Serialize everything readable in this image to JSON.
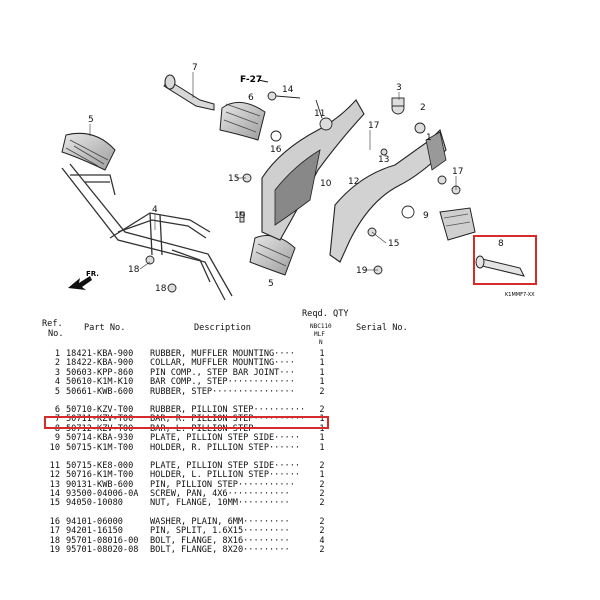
{
  "diagram": {
    "code": "F-27",
    "frame_code": "K1MMF7-XX",
    "fr_label": "FR.",
    "callouts": [
      "1",
      "2",
      "3",
      "4",
      "5",
      "6",
      "7",
      "8",
      "9",
      "10",
      "11",
      "12",
      "13",
      "14",
      "15",
      "16",
      "17",
      "18",
      "19"
    ]
  },
  "table": {
    "hdr_ref": "Ref.",
    "hdr_no": "No.",
    "hdr_part": "Part No.",
    "hdr_desc": "Description",
    "hdr_reqd": "Reqd. QTY",
    "hdr_model": "NBC110",
    "hdr_model2": "MLF",
    "hdr_model3": "N",
    "hdr_serial": "Serial No.",
    "groups": [
      [
        {
          "ref": "1",
          "part": "18421-KBA-900",
          "desc": "RUBBER, MUFFLER MOUNTING····",
          "qty": "1"
        },
        {
          "ref": "2",
          "part": "18422-KBA-900",
          "desc": "COLLAR, MUFFLER MOUNTING····",
          "qty": "1"
        },
        {
          "ref": "3",
          "part": "50603-KPP-860",
          "desc": "PIN COMP., STEP BAR JOINT···",
          "qty": "1"
        },
        {
          "ref": "4",
          "part": "50610-K1M-K10",
          "desc": "BAR COMP., STEP·············",
          "qty": "1"
        },
        {
          "ref": "5",
          "part": "50661-KWB-600",
          "desc": "RUBBER, STEP················",
          "qty": "2"
        }
      ],
      [
        {
          "ref": "6",
          "part": "50710-KZV-T00",
          "desc": "RUBBER, PILLION STEP··········",
          "qty": "2"
        },
        {
          "ref": "7",
          "part": "50711-KZV-T00",
          "desc": "BAR, R. PILLION STEP··········",
          "qty": "1"
        },
        {
          "ref": "8",
          "part": "50712-KZV-T00",
          "desc": "BAR, L. PILLION STEP··········",
          "qty": "1"
        },
        {
          "ref": "9",
          "part": "50714-KBA-930",
          "desc": "PLATE, PILLION STEP SIDE·····",
          "qty": "1"
        },
        {
          "ref": "10",
          "part": "50715-K1M-T00",
          "desc": "HOLDER, R. PILLION STEP······",
          "qty": "1"
        }
      ],
      [
        {
          "ref": "11",
          "part": "50715-KE8-000",
          "desc": "PLATE, PILLION STEP SIDE·····",
          "qty": "2"
        },
        {
          "ref": "12",
          "part": "50716-K1M-T00",
          "desc": "HOLDER, L. PILLION STEP······",
          "qty": "1"
        },
        {
          "ref": "13",
          "part": "90131-KWB-600",
          "desc": "PIN, PILLION STEP···········",
          "qty": "2"
        },
        {
          "ref": "14",
          "part": "93500-04006-0A",
          "desc": "SCREW, PAN, 4X6············",
          "qty": "2"
        },
        {
          "ref": "15",
          "part": "94050-10080",
          "desc": "NUT, FLANGE, 10MM··········",
          "qty": "2"
        }
      ],
      [
        {
          "ref": "16",
          "part": "94101-06000",
          "desc": "WASHER, PLAIN, 6MM·········",
          "qty": "2"
        },
        {
          "ref": "17",
          "part": "94201-16150",
          "desc": "PIN, SPLIT, 1.6X15·········",
          "qty": "2"
        },
        {
          "ref": "18",
          "part": "95701-08016-00",
          "desc": "BOLT, FLANGE, 8X16·········",
          "qty": "4"
        },
        {
          "ref": "19",
          "part": "95701-08020-08",
          "desc": "BOLT, FLANGE, 8X20·········",
          "qty": "2"
        }
      ]
    ]
  }
}
